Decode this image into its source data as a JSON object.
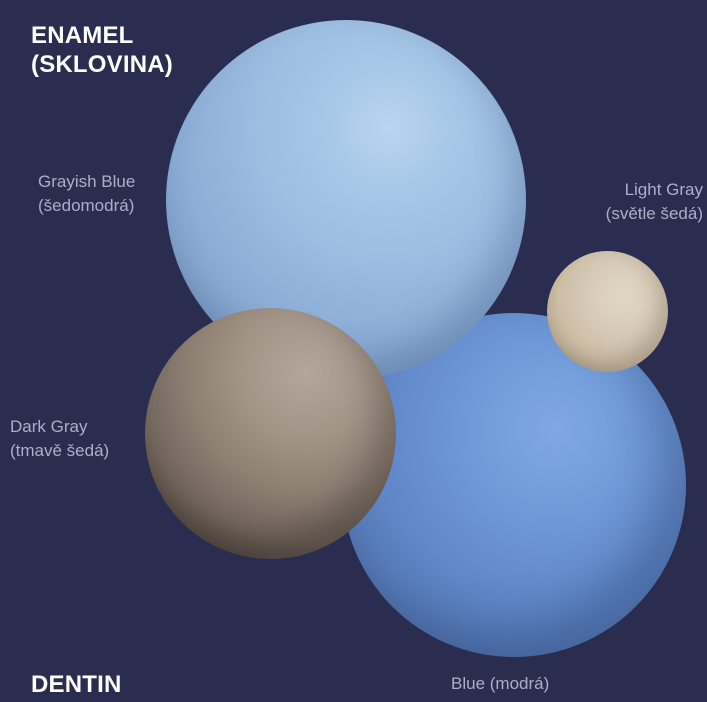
{
  "enamel": {
    "title_line1": "ENAMEL",
    "title_line2": "(SKLOVINA)",
    "grayish_blue_label_line1": "Grayish Blue",
    "grayish_blue_label_line2": "(šedomodrá)",
    "light_gray_label_line1": "Light Gray",
    "light_gray_label_line2": "(světle šedá)"
  },
  "dentin": {
    "title": "DENTIN",
    "dark_gray_label_line1": "Dark Gray",
    "dark_gray_label_line2": "(tmavě šedá)",
    "blue_label": "Blue (modrá)"
  },
  "colors": {
    "background": "#2a2d4f",
    "grayish_blue": "#9fc2e6",
    "light_gray": "#d3c6b1",
    "dark_gray": "#8e8075",
    "blue": "#6f98d8"
  }
}
